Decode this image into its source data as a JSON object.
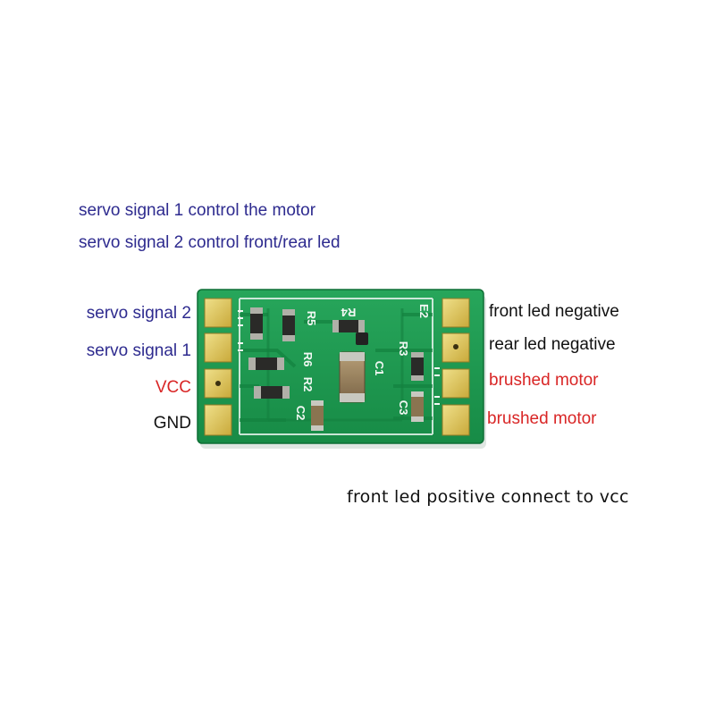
{
  "colors": {
    "blue": "#2e2b8f",
    "red": "#d92626",
    "black": "#111111",
    "pcb": "#1f9a52",
    "pcb_dark": "#147a3e",
    "pad": "#dcc24a"
  },
  "notes": {
    "line1": "servo signal 1 control the motor",
    "line2": "servo signal 2 control front/rear led"
  },
  "left_pins": [
    {
      "label": "servo signal 2",
      "color": "blue"
    },
    {
      "label": "servo signal 1",
      "color": "blue"
    },
    {
      "label": "VCC",
      "color": "red"
    },
    {
      "label": "GND",
      "color": "black"
    }
  ],
  "right_pins": [
    {
      "label": "front led negative",
      "color": "black"
    },
    {
      "label": "rear led negative",
      "color": "black"
    },
    {
      "label": "brushed motor",
      "color": "red"
    },
    {
      "label": "brushed motor",
      "color": "red"
    }
  ],
  "silkscreen": [
    "R4",
    "R5",
    "R6",
    "R2",
    "C1",
    "R3",
    "C3",
    "C2",
    "E2"
  ],
  "bottom_note": "front led positive connect to vcc"
}
